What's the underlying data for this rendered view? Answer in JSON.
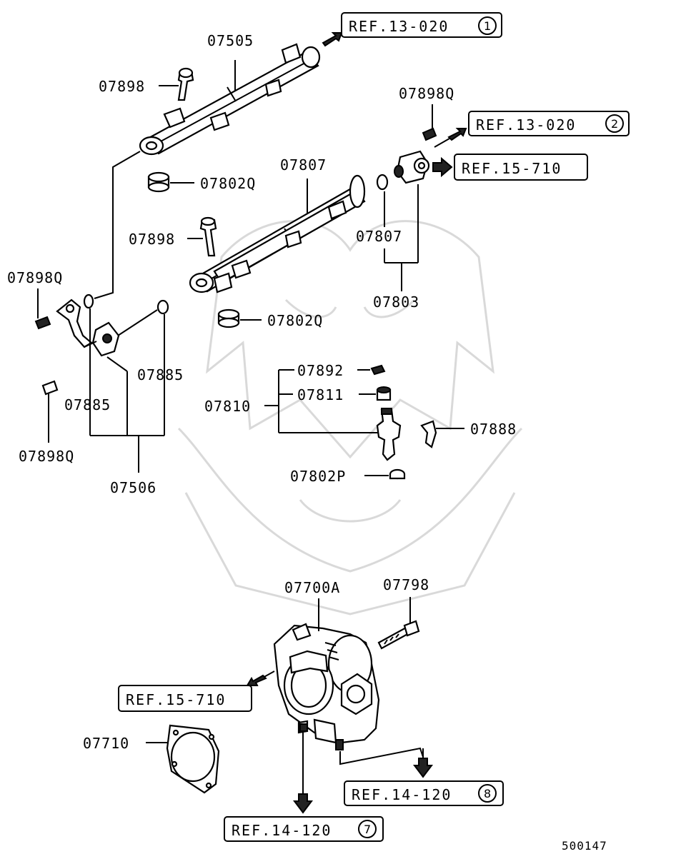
{
  "labels": {
    "p07505": "07505",
    "p07898_top": "07898",
    "p07802Q_top": "07802Q",
    "p07807_rail": "07807",
    "p07898_mid": "07898",
    "p07898Q_left": "07898Q",
    "p07898Q_right": "07898Q",
    "p07807_oring": "07807",
    "p07803": "07803",
    "p07802Q_mid": "07802Q",
    "p07885_right": "07885",
    "p07885_left": "07885",
    "p07898Q_bottom": "07898Q",
    "p07506": "07506",
    "p07892": "07892",
    "p07811": "07811",
    "p07810": "07810",
    "p07888": "07888",
    "p07802P": "07802P",
    "p07700A": "07700A",
    "p07798": "07798",
    "p07710": "07710",
    "diagram_number": "500147"
  },
  "refs": [
    {
      "text": "REF.13-020",
      "circle": "1"
    },
    {
      "text": "REF.13-020",
      "circle": "2"
    },
    {
      "text": "REF.15-710",
      "circle": ""
    },
    {
      "text": "REF.15-710",
      "circle": ""
    },
    {
      "text": "REF.14-120",
      "circle": "8"
    },
    {
      "text": "REF.14-120",
      "circle": "7"
    }
  ],
  "icons": {
    "arrow": "arrow-icon",
    "watermark": "samurai-mask-watermark"
  },
  "colors": {
    "ink": "#000000",
    "paper": "#ffffff",
    "watermark": "#d9d9d9"
  }
}
